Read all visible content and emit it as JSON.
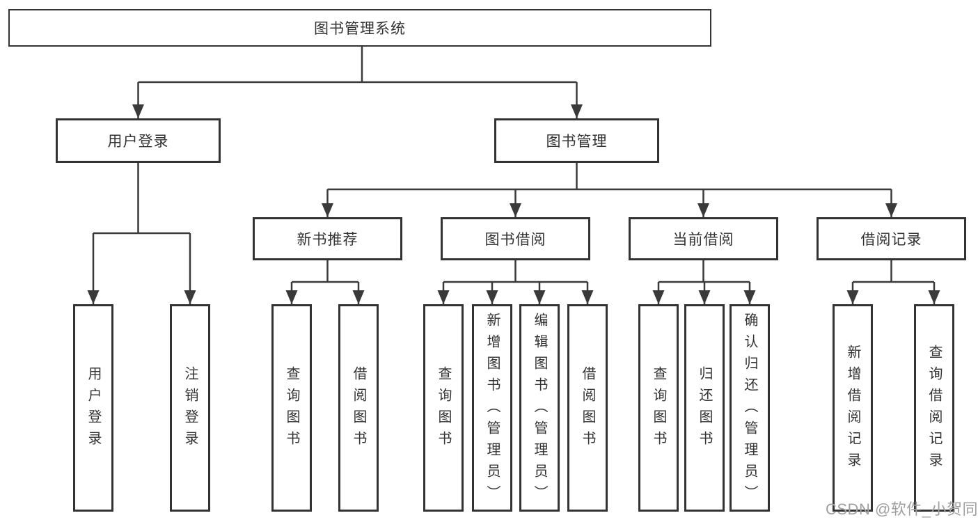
{
  "diagram_title": "图书管理系统",
  "tree": {
    "root": "图书管理系统",
    "level1": [
      {
        "label": "用户登录",
        "children": [
          "用户登录",
          "注销登录"
        ]
      },
      {
        "label": "图书管理",
        "children": [
          {
            "label": "新书推荐",
            "children": [
              "查询图书",
              "借阅图书"
            ]
          },
          {
            "label": "图书借阅",
            "children": [
              "查询图书",
              "新增图书（管理员）",
              "编辑图书（管理员）",
              "借阅图书"
            ]
          },
          {
            "label": "当前借阅",
            "children": [
              "查询图书",
              "归还图书",
              "确认归还（管理员）"
            ]
          },
          {
            "label": "借阅记录",
            "children": [
              "新增借阅记录",
              "查询借阅记录"
            ]
          }
        ]
      }
    ]
  },
  "watermark": "CSDN @软件_小贺同学",
  "colors": {
    "line": "#3a3a3a",
    "box_border": "#333333",
    "text": "#333333",
    "watermark": "#a0a0a0",
    "background": "#ffffff"
  }
}
